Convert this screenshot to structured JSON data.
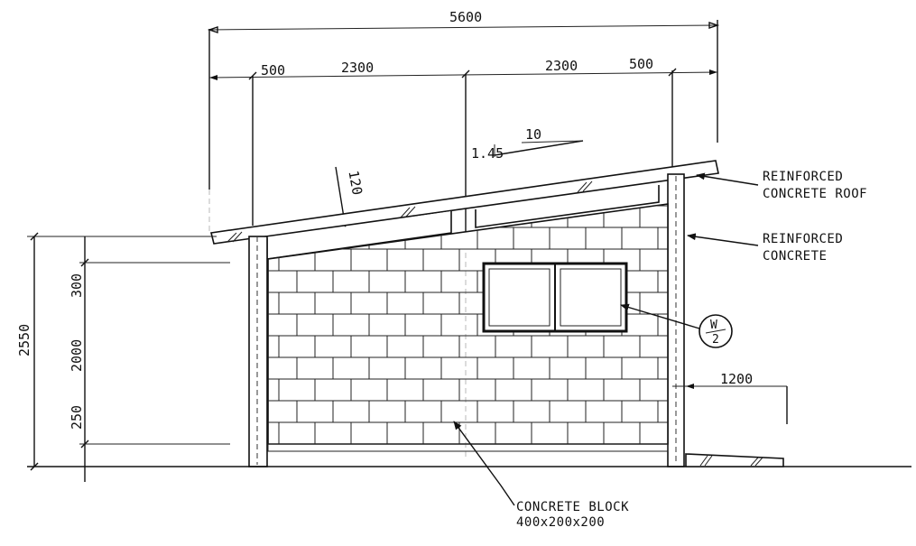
{
  "dimensions": {
    "overall_width": "5600",
    "left_overhang": "500",
    "left_span": "2300",
    "right_span": "2300",
    "right_overhang": "500",
    "slope_rise": "1.45",
    "slope_run": "10",
    "roof_thickness": "120",
    "total_height": "2550",
    "upper_height": "300",
    "window_height": "2000",
    "lower_height": "250",
    "door_width": "1200"
  },
  "notes": {
    "roof_line1": "REINFORCED",
    "roof_line2": "CONCRETE ROOF",
    "column_line1": "REINFORCED",
    "column_line2": "CONCRETE",
    "block_line1": "CONCRETE BLOCK",
    "block_line2": "400x200x200"
  },
  "window_tag": {
    "letter": "W",
    "number": "2"
  }
}
